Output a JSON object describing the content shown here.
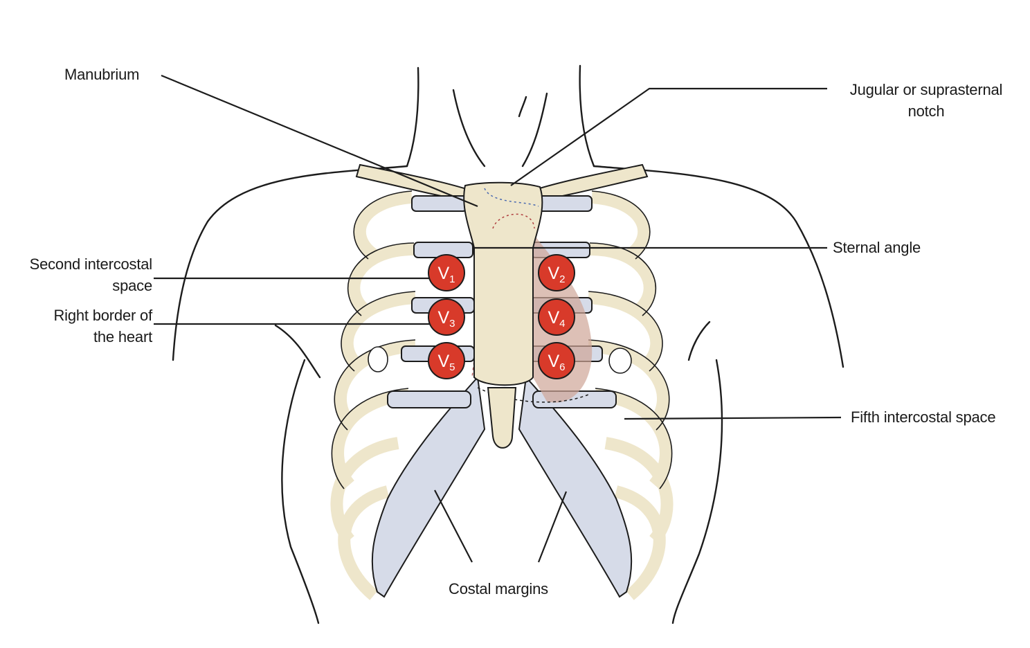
{
  "labels": {
    "manubrium": "Manubrium",
    "jugular_line1": "Jugular or suprasternal",
    "jugular_line2": "notch",
    "sternal_angle": "Sternal angle",
    "second_ics_line1": "Second intercostal",
    "second_ics_line2": "space",
    "right_border_line1": "Right border of",
    "right_border_line2": "the heart",
    "fifth_ics": "Fifth intercostal space",
    "costal_margins": "Costal margins"
  },
  "electrodes": [
    {
      "main": "V",
      "sub": "1"
    },
    {
      "main": "V",
      "sub": "2"
    },
    {
      "main": "V",
      "sub": "3"
    },
    {
      "main": "V",
      "sub": "4"
    },
    {
      "main": "V",
      "sub": "5"
    },
    {
      "main": "V",
      "sub": "6"
    }
  ],
  "colors": {
    "bone": "#eee6cb",
    "cartilage": "#d6dbe8",
    "heart": "#cfa597",
    "electrode": "#d83a2a",
    "outline": "#1c1c1c"
  }
}
